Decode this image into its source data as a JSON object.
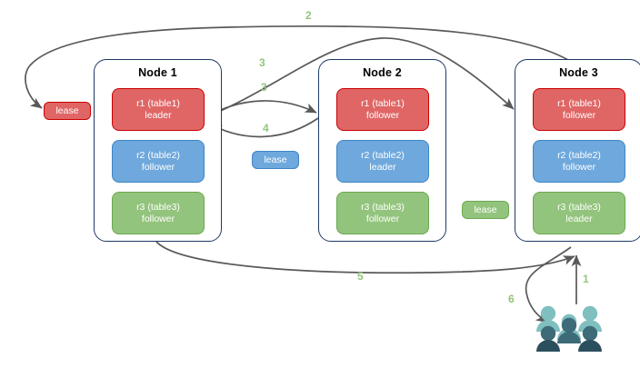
{
  "diagram": {
    "title": "distributed-lease-raft-replication",
    "accent_step_color": "#93c47d",
    "edge_color": "#595959",
    "node_border_color": "#1f3864"
  },
  "nodes": [
    {
      "name": "node-1",
      "title": "Node 1",
      "replicas": [
        {
          "id": "r1",
          "label": "r1 (table1)",
          "role": "leader",
          "color": "red"
        },
        {
          "id": "r2",
          "label": "r2 (table2)",
          "role": "follower",
          "color": "blue"
        },
        {
          "id": "r3",
          "label": "r3 (table3)",
          "role": "follower",
          "color": "green"
        }
      ]
    },
    {
      "name": "node-2",
      "title": "Node 2",
      "replicas": [
        {
          "id": "r1",
          "label": "r1 (table1)",
          "role": "follower",
          "color": "red"
        },
        {
          "id": "r2",
          "label": "r2 (table2)",
          "role": "leader",
          "color": "blue"
        },
        {
          "id": "r3",
          "label": "r3 (table3)",
          "role": "follower",
          "color": "green"
        }
      ]
    },
    {
      "name": "node-3",
      "title": "Node 3",
      "replicas": [
        {
          "id": "r1",
          "label": "r1 (table1)",
          "role": "follower",
          "color": "red"
        },
        {
          "id": "r2",
          "label": "r2 (table2)",
          "role": "follower",
          "color": "blue"
        },
        {
          "id": "r3",
          "label": "r3 (table3)",
          "role": "leader",
          "color": "green"
        }
      ]
    }
  ],
  "leases": [
    {
      "name": "lease-table1",
      "label": "lease",
      "color": "red"
    },
    {
      "name": "lease-table2",
      "label": "lease",
      "color": "blue"
    },
    {
      "name": "lease-table3",
      "label": "lease",
      "color": "green"
    }
  ],
  "steps": [
    {
      "id": "step-1",
      "label": "1"
    },
    {
      "id": "step-2",
      "label": "2"
    },
    {
      "id": "step-3a",
      "label": "3"
    },
    {
      "id": "step-3b",
      "label": "3"
    },
    {
      "id": "step-4",
      "label": "4"
    },
    {
      "id": "step-5",
      "label": "5"
    },
    {
      "id": "step-6",
      "label": "6"
    }
  ],
  "client": {
    "name": "users-group-icon",
    "back_color": "#7fbfbf",
    "front_color": "#3d6b78",
    "front_dark_color": "#2c4f5e"
  }
}
